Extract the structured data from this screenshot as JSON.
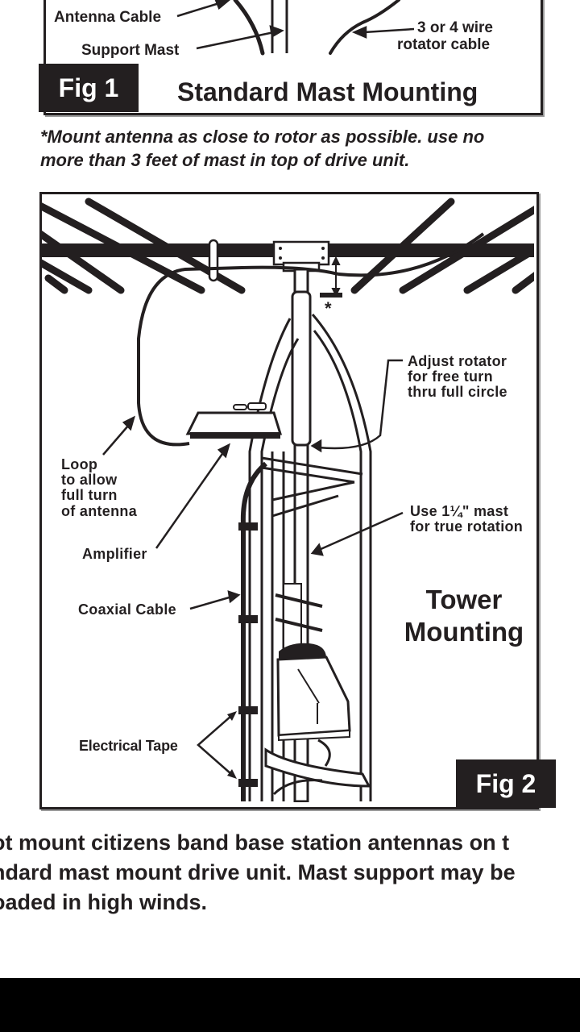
{
  "figure1": {
    "labels": {
      "antenna_cable": "Antenna Cable",
      "support_mast": "Support Mast",
      "rotator_cable_line1": "3 or 4 wire",
      "rotator_cable_line2": "rotator cable"
    },
    "badge": "Fig 1",
    "title": "Standard Mast Mounting"
  },
  "mount_note": {
    "line1": "*Mount antenna as close to rotor as possible. use no",
    "line2": "more than 3 feet of mast in top of drive unit."
  },
  "figure2": {
    "asterisk": "*",
    "labels": {
      "adjust_line1": "Adjust rotator",
      "adjust_line2": "for free turn",
      "adjust_line3": "thru full circle",
      "loop_line1": "Loop",
      "loop_line2": "to allow",
      "loop_line3": "full turn",
      "loop_line4": "of antenna",
      "mast_line1": "Use 1¼\" mast",
      "mast_line2": "for true rotation",
      "amplifier": "Amplifier",
      "coaxial_cable": "Coaxial Cable",
      "electrical_tape": "Electrical Tape"
    },
    "title_line1": "Tower",
    "title_line2": "Mounting",
    "badge": "Fig 2"
  },
  "warning": {
    "line1": "ot mount citizens band base station antennas on t",
    "line2": "ndard mast mount drive unit. Mast support may be",
    "line3": "oaded in high winds."
  }
}
